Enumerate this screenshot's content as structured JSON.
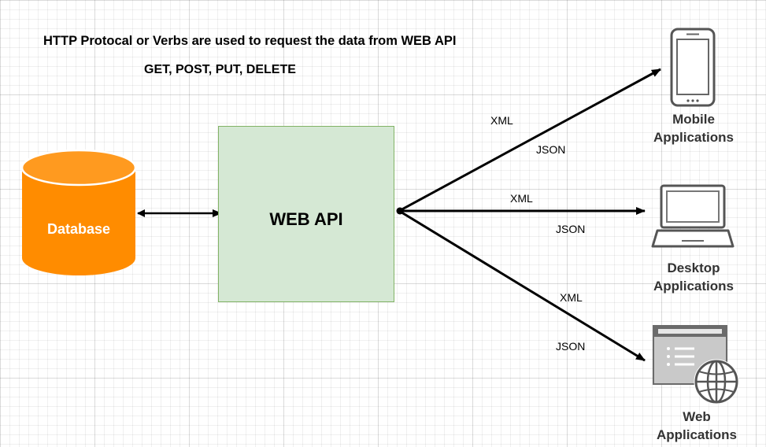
{
  "header": {
    "headline": "HTTP Protocal or Verbs are used to request the data from WEB API",
    "verbs": "GET,  POST,  PUT,  DELETE"
  },
  "database": {
    "label": "Database",
    "color": "#ff8c00"
  },
  "web_api": {
    "label": "WEB API",
    "fill": "#d5e8d4",
    "stroke": "#82b366"
  },
  "connections": {
    "mobile": {
      "format1": "XML",
      "format2": "JSON"
    },
    "desktop": {
      "format1": "XML",
      "format2": "JSON"
    },
    "web": {
      "format1": "XML",
      "format2": "JSON"
    }
  },
  "clients": {
    "mobile": {
      "line1": "Mobile",
      "line2": "Applications",
      "icon": "mobile-phone-icon"
    },
    "desktop": {
      "line1": "Desktop",
      "line2": "Applications",
      "icon": "laptop-icon"
    },
    "web": {
      "line1": "Web",
      "line2": "Applications",
      "icon": "web-browser-globe-icon"
    }
  }
}
